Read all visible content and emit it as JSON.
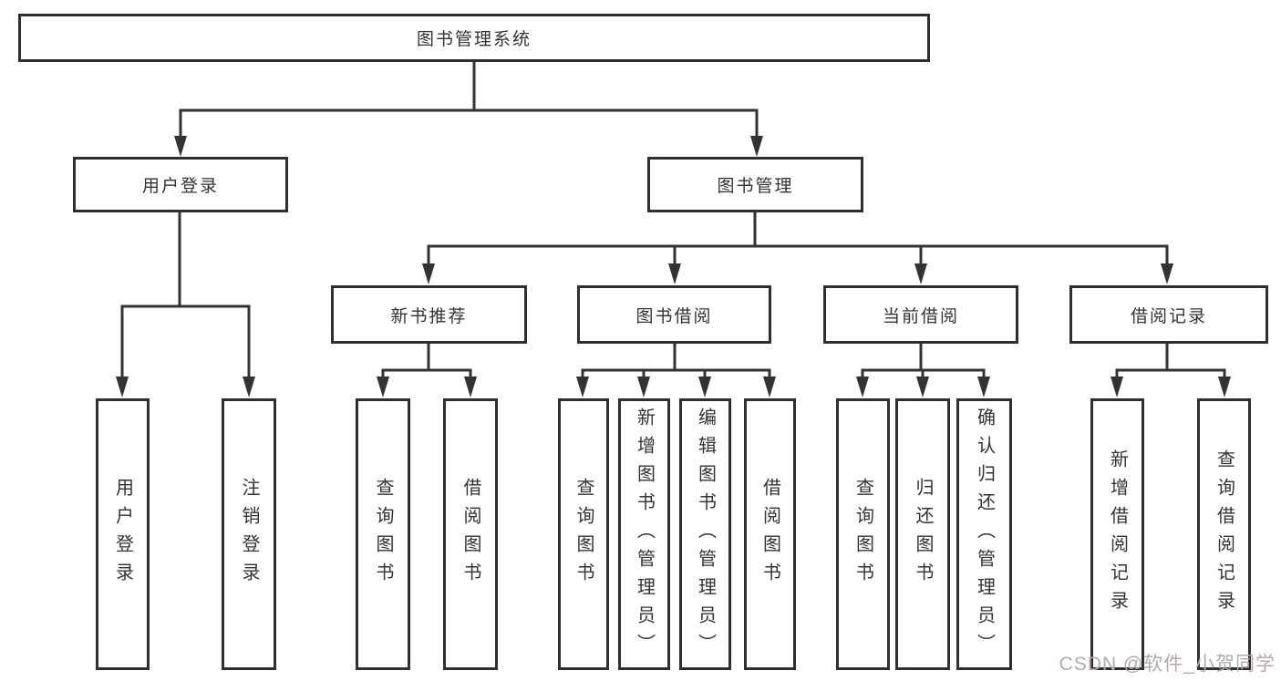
{
  "tree": {
    "root": {
      "label": "图书管理系统",
      "children": [
        {
          "label": "用户登录",
          "children": [
            {
              "label": "用户登录"
            },
            {
              "label": "注销登录"
            }
          ]
        },
        {
          "label": "图书管理",
          "children": [
            {
              "label": "新书推荐",
              "children": [
                {
                  "label": "查询图书"
                },
                {
                  "label": "借阅图书"
                }
              ]
            },
            {
              "label": "图书借阅",
              "children": [
                {
                  "label": "查询图书"
                },
                {
                  "label": "新增图书（管理员）"
                },
                {
                  "label": "编辑图书（管理员）"
                },
                {
                  "label": "借阅图书"
                }
              ]
            },
            {
              "label": "当前借阅",
              "children": [
                {
                  "label": "查询图书"
                },
                {
                  "label": "归还图书"
                },
                {
                  "label": "确认归还（管理员）"
                }
              ]
            },
            {
              "label": "借阅记录",
              "children": [
                {
                  "label": "新增借阅记录"
                },
                {
                  "label": "查询借阅记录"
                }
              ]
            }
          ]
        }
      ]
    }
  },
  "watermark": {
    "text": "CSDN @软件_小贺同学"
  },
  "colors": {
    "line": "#333333",
    "border": "#2f2f2f",
    "text": "#333333",
    "box_background": "#ffffff",
    "watermark": "#b3abab"
  }
}
